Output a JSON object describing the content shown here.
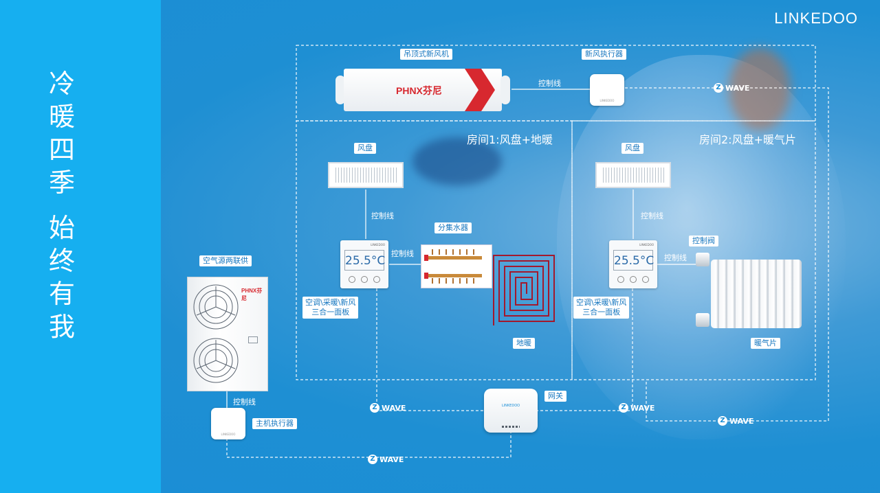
{
  "brand": {
    "logo": "LINKEDOO",
    "device_brand": "LINKEDOO"
  },
  "slogan": {
    "line1": [
      "冷",
      "暖",
      "四",
      "季"
    ],
    "line2": [
      "始",
      "终",
      "有",
      "我"
    ]
  },
  "rooms": {
    "room1": "房间1:风盘+地暖",
    "room2": "房间2:风盘+暖气片"
  },
  "labels": {
    "ceiling_unit": "吊顶式新风机",
    "fresh_air_actuator": "新风执行器",
    "fan_coil_1": "风盘",
    "fan_coil_2": "风盘",
    "manifold": "分集水器",
    "control_valve": "控制阀",
    "heat_pump": "空气源两联供",
    "host_actuator": "主机执行器",
    "gateway": "网关",
    "floor_heating": "地暖",
    "radiator": "暖气片",
    "panel_1_desc": "空调\\采暖\\新风\n三合一面板",
    "panel_2_desc": "空调\\采暖\\新风\n三合一面板"
  },
  "control_line": "控制线",
  "temperature": "25.5°C",
  "zwave": "WAVE",
  "phnix": {
    "text": "PHNX",
    "cn": "芬尼"
  },
  "colors": {
    "accent_blue": "#16aff0",
    "bg_blue": "#1a8ed6",
    "label_text": "#1878c0",
    "phnix_red": "#d7282f"
  }
}
